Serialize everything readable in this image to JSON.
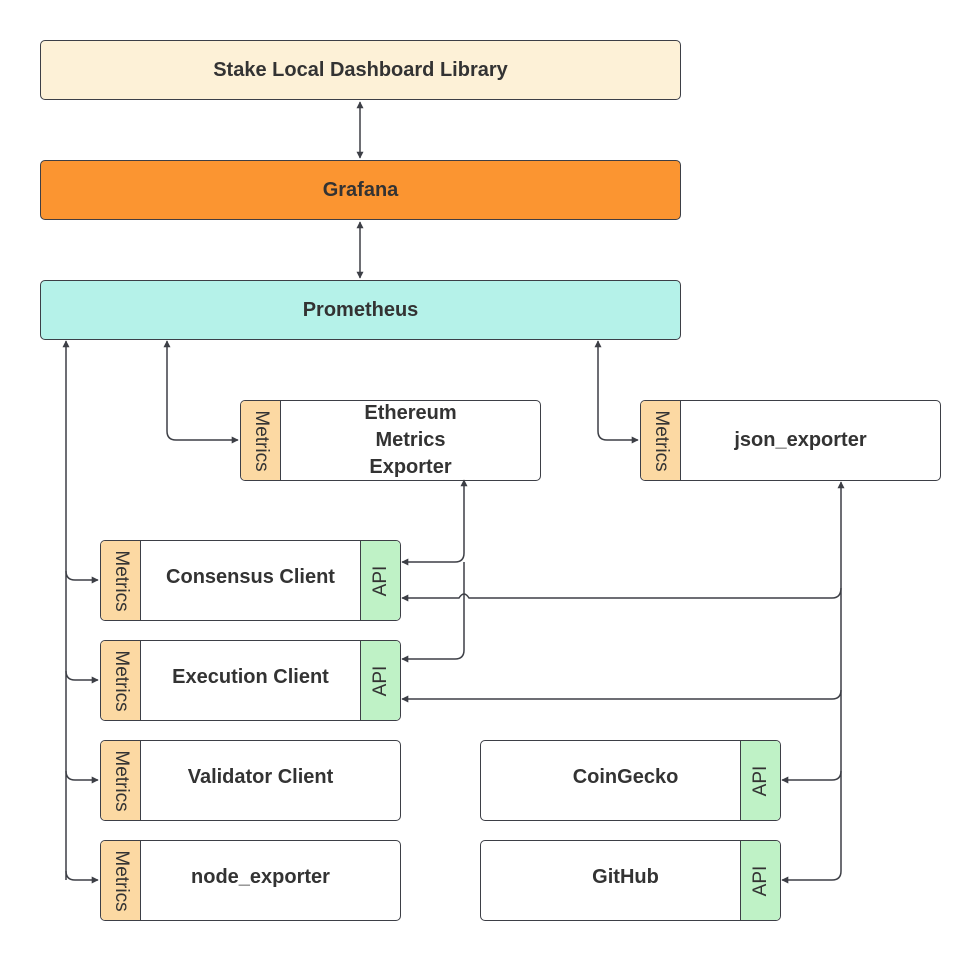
{
  "title": "Stake Local Dashboard Library",
  "grafana": "Grafana",
  "prometheus": "Prometheus",
  "tab_labels": {
    "metrics": "Metrics",
    "api": "API"
  },
  "exporters": {
    "ethereum_metrics_exporter": "Ethereum Metrics Exporter",
    "json_exporter": "json_exporter"
  },
  "clients": {
    "consensus": "Consensus Client",
    "execution": "Execution Client",
    "validator": "Validator Client",
    "node_exporter": "node_exporter"
  },
  "external": {
    "coingecko": "CoinGecko",
    "github": "GitHub"
  },
  "colors": {
    "library_fill": "#fdf1d7",
    "grafana_fill": "#fb9531",
    "prometheus_fill": "#b5f2e9",
    "metrics_tab": "#fcd9a3",
    "api_tab": "#bff2c6",
    "line": "#3d3f46"
  }
}
